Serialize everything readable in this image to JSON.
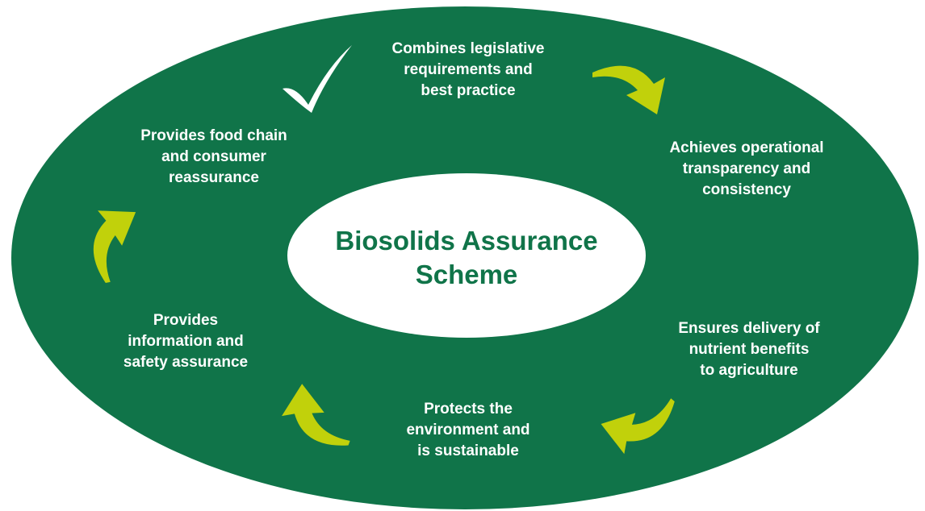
{
  "colors": {
    "ring": "#107449",
    "inner": "#ffffff",
    "arrow": "#c1d10b",
    "text_on_ring": "#ffffff",
    "title_text": "#107449"
  },
  "center": {
    "title": "Biosolids Assurance\nScheme"
  },
  "benefits": [
    {
      "text": "Combines legislative\nrequirements and\nbest practice"
    },
    {
      "text": "Achieves operational\ntransparency and\nconsistency"
    },
    {
      "text": "Ensures delivery of\nnutrient benefits\nto agriculture"
    },
    {
      "text": "Protects the\nenvironment and\nis sustainable"
    },
    {
      "text": "Provides\ninformation and\nsafety assurance"
    },
    {
      "text": "Provides food chain\nand consumer\nreassurance"
    }
  ],
  "icons": {
    "checkmark": "checkmark-icon",
    "arrows": [
      "curved-arrow-icon",
      "curved-arrow-icon",
      "curved-arrow-icon",
      "curved-arrow-icon"
    ]
  }
}
